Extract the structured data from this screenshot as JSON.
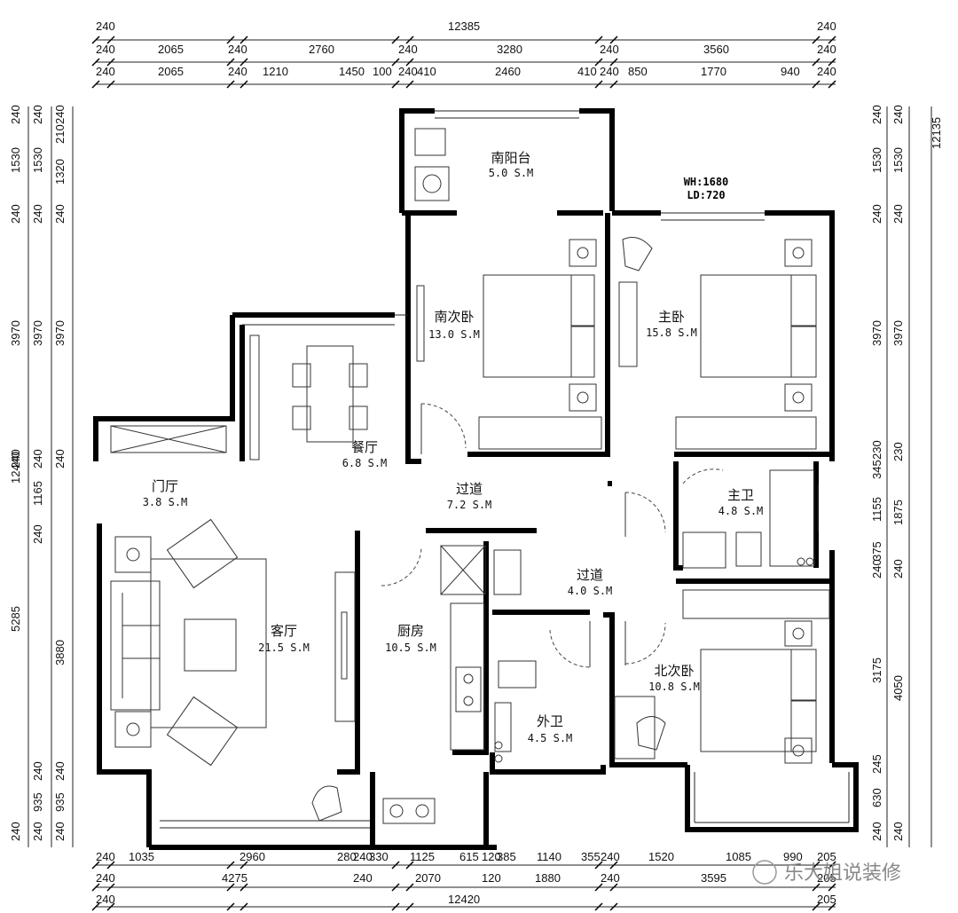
{
  "rooms": {
    "south_balcony": {
      "name": "南阳台",
      "area": "5.0 S.M"
    },
    "south_bedroom": {
      "name": "南次卧",
      "area": "13.0 S.M"
    },
    "master_bedroom": {
      "name": "主卧",
      "area": "15.8 S.M"
    },
    "dining": {
      "name": "餐厅",
      "area": "6.8 S.M"
    },
    "foyer": {
      "name": "门厅",
      "area": "3.8 S.M"
    },
    "corridor_1": {
      "name": "过道",
      "area": "7.2 S.M"
    },
    "master_bath": {
      "name": "主卫",
      "area": "4.8 S.M"
    },
    "corridor_2": {
      "name": "过道",
      "area": "4.0 S.M"
    },
    "living": {
      "name": "客厅",
      "area": "21.5 S.M"
    },
    "kitchen": {
      "name": "厨房",
      "area": "10.5 S.M"
    },
    "north_bedroom": {
      "name": "北次卧",
      "area": "10.8 S.M"
    },
    "guest_bath": {
      "name": "外卫",
      "area": "4.5 S.M"
    }
  },
  "annotations": {
    "wh": "WH:1680",
    "ld": "LD:720"
  },
  "dimensions": {
    "top": {
      "total": "12385",
      "row1": [
        "240",
        "2065",
        "240",
        "2760",
        "240",
        "3280",
        "240",
        "3560",
        "240"
      ],
      "row2": [
        "240",
        "2065",
        "240",
        "1210",
        "1450",
        "100",
        "240",
        "410",
        "2460",
        "410",
        "240",
        "850",
        "1770",
        "940",
        "240"
      ]
    },
    "bottom": {
      "total": "12420",
      "row1": [
        "240",
        "1035",
        "2960",
        "280",
        "240",
        "330",
        "1125",
        "615",
        "120",
        "385",
        "1140",
        "355",
        "240",
        "1520",
        "1085",
        "990",
        "205"
      ],
      "row2": [
        "240",
        "4275",
        "240",
        "2070",
        "120",
        "1880",
        "240",
        "3595",
        "205"
      ]
    },
    "left": {
      "total": "12440",
      "outer": [
        "240",
        "1530",
        "240",
        "3970",
        "240",
        "1165",
        "240",
        "5285",
        "240",
        "935",
        "240"
      ],
      "inner": [
        "240",
        "210",
        "1320",
        "240",
        "3970",
        "240",
        "3880",
        "240",
        "935",
        "240"
      ]
    },
    "right": {
      "total": "12135",
      "outer": [
        "240",
        "1530",
        "240",
        "3970",
        "345",
        "230",
        "1155",
        "240",
        "375",
        "3175",
        "245",
        "630",
        "240"
      ],
      "inner": [
        "240",
        "1530",
        "240",
        "3970",
        "230",
        "1875",
        "240",
        "4050",
        "240"
      ]
    }
  },
  "watermark": "乐大姐说装修"
}
